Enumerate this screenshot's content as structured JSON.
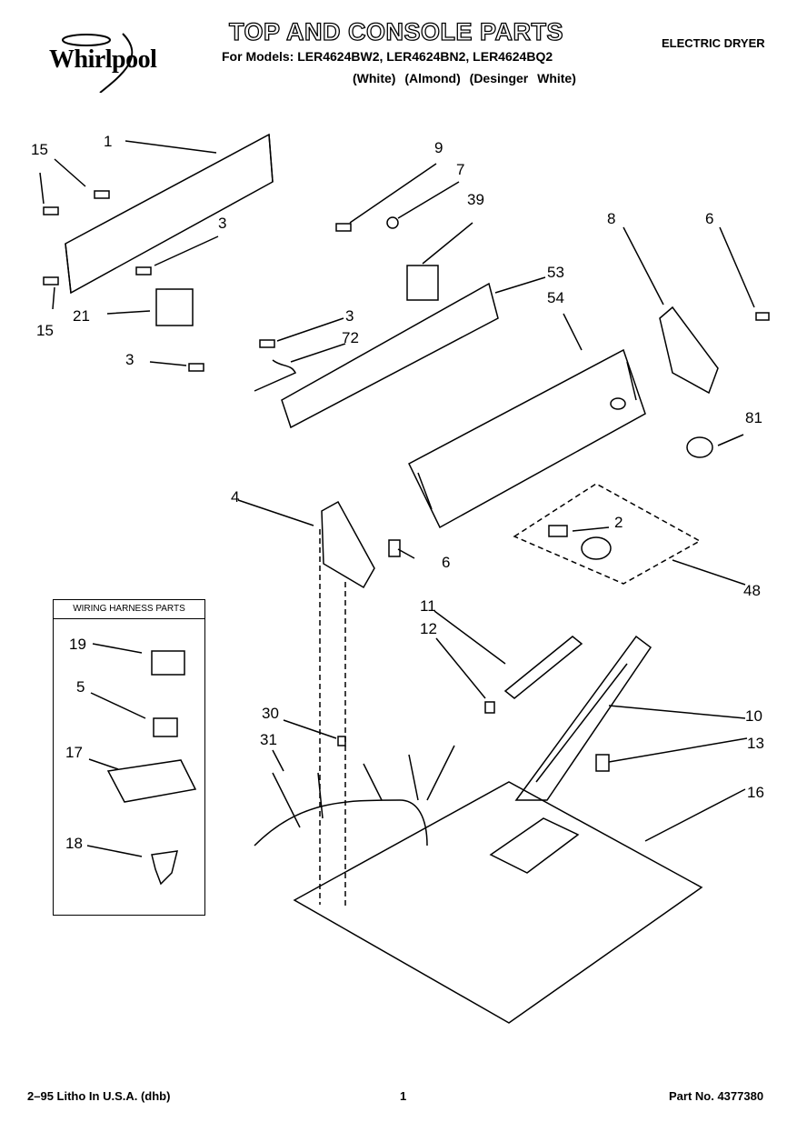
{
  "brand": "Whirlpool",
  "title": "TOP AND CONSOLE PARTS",
  "models_line": "For Models: LER4624BW2, LER4624BN2, LER4624BQ2",
  "variants": [
    "(White)",
    "(Almond)",
    "(Desinger White)"
  ],
  "doc_type": "ELECTRIC DRYER",
  "harness_title": "WIRING HARNESS PARTS",
  "callouts": [
    "1",
    "15",
    "15",
    "9",
    "7",
    "39",
    "3",
    "3",
    "3",
    "21",
    "72",
    "53",
    "54",
    "8",
    "6",
    "81",
    "4",
    "6",
    "2",
    "48",
    "19",
    "5",
    "17",
    "18",
    "11",
    "12",
    "10",
    "13",
    "30",
    "31",
    "16"
  ],
  "footer": {
    "left": "2–95 Litho In U.S.A. (dhb)",
    "center": "1",
    "right": "Part No. 4377380"
  }
}
